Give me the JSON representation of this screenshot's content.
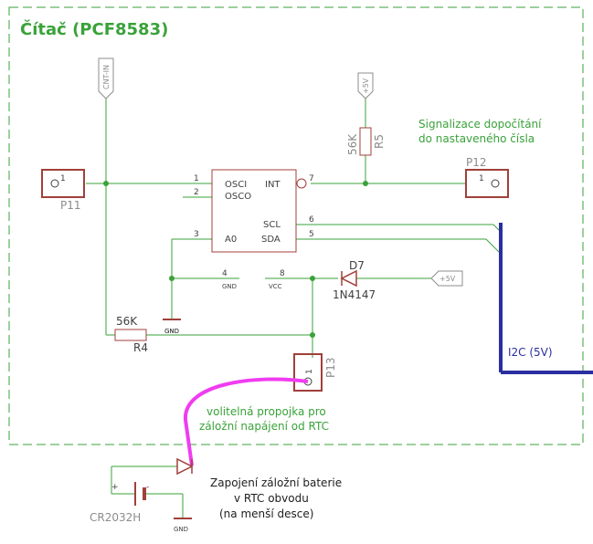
{
  "title": "Čítač (PCF8583)",
  "colors": {
    "frame": "#3aa23a",
    "wire": "#3aa23a",
    "part": "#a0403a",
    "text_gray": "#8c8c8c",
    "text_dark": "#404040",
    "note_green": "#3aa23a",
    "bus": "#2a2fa0",
    "jumper": "#f03cf0"
  },
  "ic": {
    "pins_left": [
      {
        "num": "1",
        "name": "OSCI"
      },
      {
        "num": "2",
        "name": "OSCO"
      },
      {
        "num": "3",
        "name": "A0"
      }
    ],
    "pins_right": [
      {
        "num": "7",
        "name": "INT"
      },
      {
        "num": "6",
        "name": "SCL"
      },
      {
        "num": "5",
        "name": "SDA"
      }
    ],
    "gnd_pin": {
      "num": "4",
      "name": "GND"
    },
    "vcc_pin": {
      "num": "8",
      "name": "VCC"
    }
  },
  "connectors": {
    "p11": {
      "name": "P11",
      "pin": "1"
    },
    "p12": {
      "name": "P12",
      "pin": "1"
    },
    "p13": {
      "name": "P13",
      "pin": "1"
    }
  },
  "parts": {
    "r5": {
      "name": "R5",
      "value": "56K"
    },
    "r4": {
      "name": "R4",
      "value": "56K"
    },
    "d7": {
      "name": "D7",
      "part": "1N4147"
    },
    "battery": {
      "name": "CR2032H",
      "plus": "+",
      "minus": "-"
    }
  },
  "labels": {
    "cnt_in": "CNT-IN",
    "plus5v": "+5V",
    "gnd": "GND",
    "i2c_bus": "I2C (5V)"
  },
  "notes": {
    "signal_line1": "Signalizace dopočítání",
    "signal_line2": "do nastaveného čísla",
    "jumper_line1": "volitelná propojka pro",
    "jumper_line2": "záložní napájení od RTC",
    "battery_line1": "Zapojení záložní baterie",
    "battery_line2": "v RTC obvodu",
    "battery_line3": "(na menší desce)"
  }
}
